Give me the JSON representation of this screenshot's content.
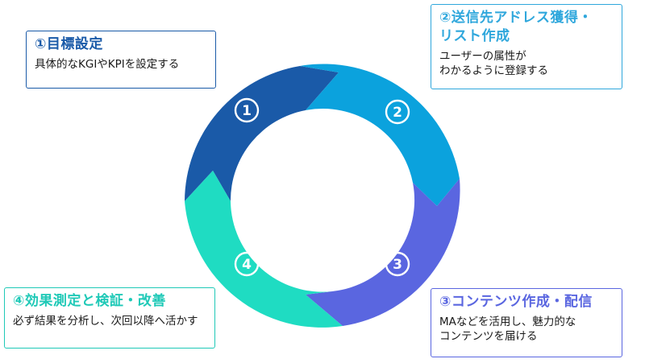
{
  "steps": [
    {
      "number": "1",
      "title": "①目標設定",
      "description": "具体的なKGIやKPIを設定する",
      "color": "#1a5aa8"
    },
    {
      "number": "2",
      "title": "②送信先アドレス獲得・\nリスト作成",
      "description": "ユーザーの属性が\nわかるように登録する",
      "color": "#2fa7dc"
    },
    {
      "number": "3",
      "title": "③コンテンツ作成・配信",
      "description": "MAなどを活用し、魅力的な\nコンテンツを届ける",
      "color": "#5a66e0"
    },
    {
      "number": "4",
      "title": "④効果測定と検証・改善",
      "description": "必ず結果を分析し、次回以降へ活かす",
      "color": "#1fc9b7"
    }
  ]
}
